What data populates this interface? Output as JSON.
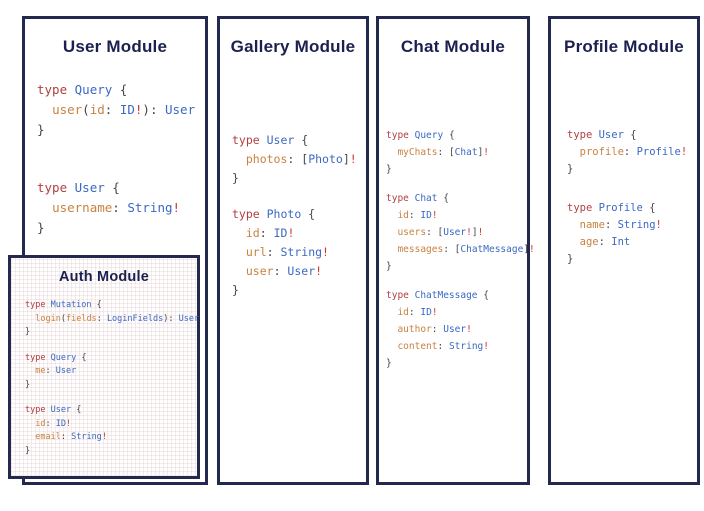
{
  "colors": {
    "border": "#23284f",
    "heading": "#1b2050",
    "kw": "#b04043",
    "ty": "#3b69c2",
    "fd": "#c9823f",
    "pu": "#45454b",
    "bg": "#c43a35"
  },
  "modules": {
    "user": {
      "title": "User Module",
      "blocks": [
        [
          [
            {
              "c": "kw",
              "t": "type "
            },
            {
              "c": "ty",
              "t": "Query "
            },
            {
              "c": "pu",
              "t": "{"
            }
          ],
          [
            {
              "c": "pu",
              "t": "  "
            },
            {
              "c": "fd",
              "t": "user"
            },
            {
              "c": "pu",
              "t": "("
            },
            {
              "c": "fd",
              "t": "id"
            },
            {
              "c": "pu",
              "t": ": "
            },
            {
              "c": "ty",
              "t": "ID"
            },
            {
              "c": "bg",
              "t": "!"
            },
            {
              "c": "pu",
              "t": "): "
            },
            {
              "c": "ty",
              "t": "User"
            }
          ],
          [
            {
              "c": "pu",
              "t": "}"
            }
          ]
        ],
        [
          [
            {
              "c": "kw",
              "t": "type "
            },
            {
              "c": "ty",
              "t": "User "
            },
            {
              "c": "pu",
              "t": "{"
            }
          ],
          [
            {
              "c": "pu",
              "t": "  "
            },
            {
              "c": "fd",
              "t": "username"
            },
            {
              "c": "pu",
              "t": ": "
            },
            {
              "c": "ty",
              "t": "String"
            },
            {
              "c": "bg",
              "t": "!"
            }
          ],
          [
            {
              "c": "pu",
              "t": "}"
            }
          ]
        ]
      ]
    },
    "auth": {
      "title": "Auth Module",
      "blocks": [
        [
          [
            {
              "c": "kw",
              "t": "type "
            },
            {
              "c": "ty",
              "t": "Mutation "
            },
            {
              "c": "pu",
              "t": "{"
            }
          ],
          [
            {
              "c": "pu",
              "t": "  "
            },
            {
              "c": "fd",
              "t": "login"
            },
            {
              "c": "pu",
              "t": "("
            },
            {
              "c": "fd",
              "t": "fields"
            },
            {
              "c": "pu",
              "t": ": "
            },
            {
              "c": "ty",
              "t": "LoginFields"
            },
            {
              "c": "pu",
              "t": "): "
            },
            {
              "c": "ty",
              "t": "User"
            }
          ],
          [
            {
              "c": "pu",
              "t": "}"
            }
          ]
        ],
        [
          [
            {
              "c": "kw",
              "t": "type "
            },
            {
              "c": "ty",
              "t": "Query "
            },
            {
              "c": "pu",
              "t": "{"
            }
          ],
          [
            {
              "c": "pu",
              "t": "  "
            },
            {
              "c": "fd",
              "t": "me"
            },
            {
              "c": "pu",
              "t": ": "
            },
            {
              "c": "ty",
              "t": "User"
            }
          ],
          [
            {
              "c": "pu",
              "t": "}"
            }
          ]
        ],
        [
          [
            {
              "c": "kw",
              "t": "type "
            },
            {
              "c": "ty",
              "t": "User "
            },
            {
              "c": "pu",
              "t": "{"
            }
          ],
          [
            {
              "c": "pu",
              "t": "  "
            },
            {
              "c": "fd",
              "t": "id"
            },
            {
              "c": "pu",
              "t": ": "
            },
            {
              "c": "ty",
              "t": "ID"
            },
            {
              "c": "bg",
              "t": "!"
            }
          ],
          [
            {
              "c": "pu",
              "t": "  "
            },
            {
              "c": "fd",
              "t": "email"
            },
            {
              "c": "pu",
              "t": ": "
            },
            {
              "c": "ty",
              "t": "String"
            },
            {
              "c": "bg",
              "t": "!"
            }
          ],
          [
            {
              "c": "pu",
              "t": "}"
            }
          ]
        ]
      ]
    },
    "gallery": {
      "title": "Gallery Module",
      "blocks": [
        [
          [
            {
              "c": "kw",
              "t": "type "
            },
            {
              "c": "ty",
              "t": "User "
            },
            {
              "c": "pu",
              "t": "{"
            }
          ],
          [
            {
              "c": "pu",
              "t": "  "
            },
            {
              "c": "fd",
              "t": "photos"
            },
            {
              "c": "pu",
              "t": ": ["
            },
            {
              "c": "ty",
              "t": "Photo"
            },
            {
              "c": "pu",
              "t": "]"
            },
            {
              "c": "bg",
              "t": "!"
            }
          ],
          [
            {
              "c": "pu",
              "t": "}"
            }
          ]
        ],
        [
          [
            {
              "c": "kw",
              "t": "type "
            },
            {
              "c": "ty",
              "t": "Photo "
            },
            {
              "c": "pu",
              "t": "{"
            }
          ],
          [
            {
              "c": "pu",
              "t": "  "
            },
            {
              "c": "fd",
              "t": "id"
            },
            {
              "c": "pu",
              "t": ": "
            },
            {
              "c": "ty",
              "t": "ID"
            },
            {
              "c": "bg",
              "t": "!"
            }
          ],
          [
            {
              "c": "pu",
              "t": "  "
            },
            {
              "c": "fd",
              "t": "url"
            },
            {
              "c": "pu",
              "t": ": "
            },
            {
              "c": "ty",
              "t": "String"
            },
            {
              "c": "bg",
              "t": "!"
            }
          ],
          [
            {
              "c": "pu",
              "t": "  "
            },
            {
              "c": "fd",
              "t": "user"
            },
            {
              "c": "pu",
              "t": ": "
            },
            {
              "c": "ty",
              "t": "User"
            },
            {
              "c": "bg",
              "t": "!"
            }
          ],
          [
            {
              "c": "pu",
              "t": "}"
            }
          ]
        ]
      ]
    },
    "chat": {
      "title": "Chat Module",
      "blocks": [
        [
          [
            {
              "c": "kw",
              "t": "type "
            },
            {
              "c": "ty",
              "t": "Query "
            },
            {
              "c": "pu",
              "t": "{"
            }
          ],
          [
            {
              "c": "pu",
              "t": "  "
            },
            {
              "c": "fd",
              "t": "myChats"
            },
            {
              "c": "pu",
              "t": ": ["
            },
            {
              "c": "ty",
              "t": "Chat"
            },
            {
              "c": "pu",
              "t": "]"
            },
            {
              "c": "bg",
              "t": "!"
            }
          ],
          [
            {
              "c": "pu",
              "t": "}"
            }
          ]
        ],
        [
          [
            {
              "c": "kw",
              "t": "type "
            },
            {
              "c": "ty",
              "t": "Chat "
            },
            {
              "c": "pu",
              "t": "{"
            }
          ],
          [
            {
              "c": "pu",
              "t": "  "
            },
            {
              "c": "fd",
              "t": "id"
            },
            {
              "c": "pu",
              "t": ": "
            },
            {
              "c": "ty",
              "t": "ID"
            },
            {
              "c": "bg",
              "t": "!"
            }
          ],
          [
            {
              "c": "pu",
              "t": "  "
            },
            {
              "c": "fd",
              "t": "users"
            },
            {
              "c": "pu",
              "t": ": ["
            },
            {
              "c": "ty",
              "t": "User"
            },
            {
              "c": "bg",
              "t": "!"
            },
            {
              "c": "pu",
              "t": "]"
            },
            {
              "c": "bg",
              "t": "!"
            }
          ],
          [
            {
              "c": "pu",
              "t": "  "
            },
            {
              "c": "fd",
              "t": "messages"
            },
            {
              "c": "pu",
              "t": ": ["
            },
            {
              "c": "ty",
              "t": "ChatMessage"
            },
            {
              "c": "pu",
              "t": "]"
            },
            {
              "c": "bg",
              "t": "!"
            }
          ],
          [
            {
              "c": "pu",
              "t": "}"
            }
          ]
        ],
        [
          [
            {
              "c": "kw",
              "t": "type "
            },
            {
              "c": "ty",
              "t": "ChatMessage "
            },
            {
              "c": "pu",
              "t": "{"
            }
          ],
          [
            {
              "c": "pu",
              "t": "  "
            },
            {
              "c": "fd",
              "t": "id"
            },
            {
              "c": "pu",
              "t": ": "
            },
            {
              "c": "ty",
              "t": "ID"
            },
            {
              "c": "bg",
              "t": "!"
            }
          ],
          [
            {
              "c": "pu",
              "t": "  "
            },
            {
              "c": "fd",
              "t": "author"
            },
            {
              "c": "pu",
              "t": ": "
            },
            {
              "c": "ty",
              "t": "User"
            },
            {
              "c": "bg",
              "t": "!"
            }
          ],
          [
            {
              "c": "pu",
              "t": "  "
            },
            {
              "c": "fd",
              "t": "content"
            },
            {
              "c": "pu",
              "t": ": "
            },
            {
              "c": "ty",
              "t": "String"
            },
            {
              "c": "bg",
              "t": "!"
            }
          ],
          [
            {
              "c": "pu",
              "t": "}"
            }
          ]
        ]
      ]
    },
    "profile": {
      "title": "Profile Module",
      "blocks": [
        [
          [
            {
              "c": "kw",
              "t": "type "
            },
            {
              "c": "ty",
              "t": "User "
            },
            {
              "c": "pu",
              "t": "{"
            }
          ],
          [
            {
              "c": "pu",
              "t": "  "
            },
            {
              "c": "fd",
              "t": "profile"
            },
            {
              "c": "pu",
              "t": ": "
            },
            {
              "c": "ty",
              "t": "Profile"
            },
            {
              "c": "bg",
              "t": "!"
            }
          ],
          [
            {
              "c": "pu",
              "t": "}"
            }
          ]
        ],
        [
          [
            {
              "c": "kw",
              "t": "type "
            },
            {
              "c": "ty",
              "t": "Profile "
            },
            {
              "c": "pu",
              "t": "{"
            }
          ],
          [
            {
              "c": "pu",
              "t": "  "
            },
            {
              "c": "fd",
              "t": "name"
            },
            {
              "c": "pu",
              "t": ": "
            },
            {
              "c": "ty",
              "t": "String"
            },
            {
              "c": "bg",
              "t": "!"
            }
          ],
          [
            {
              "c": "pu",
              "t": "  "
            },
            {
              "c": "fd",
              "t": "age"
            },
            {
              "c": "pu",
              "t": ": "
            },
            {
              "c": "ty",
              "t": "Int"
            }
          ],
          [
            {
              "c": "pu",
              "t": "}"
            }
          ]
        ]
      ]
    }
  }
}
